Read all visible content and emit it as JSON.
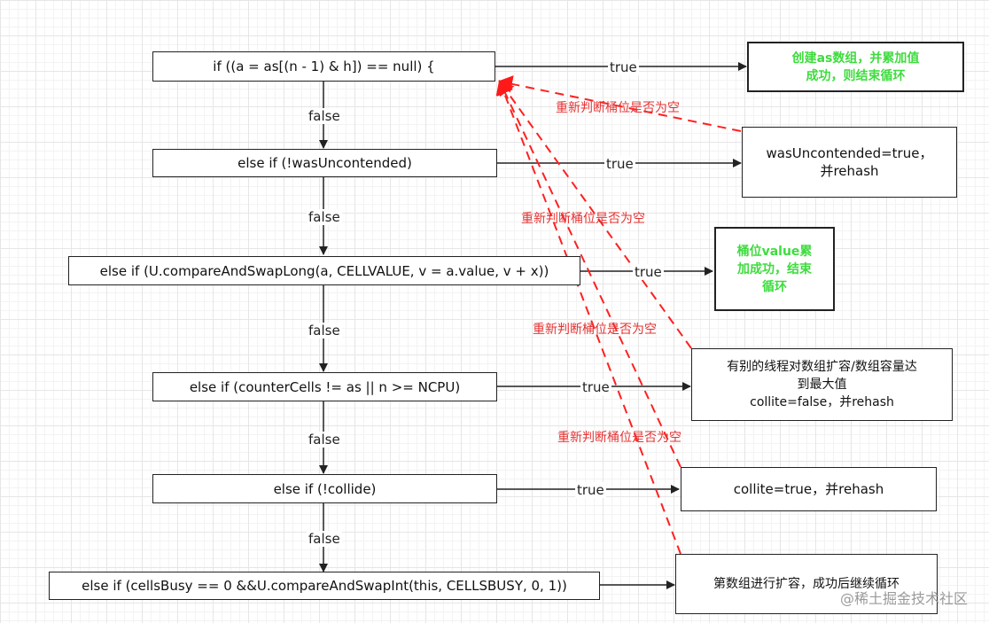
{
  "conditions": [
    "if ((a = as[(n - 1) & h]) == null) {",
    "else if (!wasUncontended)",
    "else if (U.compareAndSwapLong(a, CELLVALUE, v = a.value, v + x))",
    "else if (counterCells != as || n >= NCPU)",
    "else if (!collide)",
    "else if (cellsBusy == 0 &&U.compareAndSwapInt(this, CELLSBUSY, 0, 1))"
  ],
  "outcomes": [
    "创建as数组，并累加值\n成功，则结束循环",
    "wasUncontended=true，\n并rehash",
    "桶位value累\n加成功，结束\n循环",
    "有别的线程对数组扩容/数组容量达\n到最大值\ncollite=false，并rehash",
    "collite=true，并rehash",
    "第数组进行扩容，成功后继续循环"
  ],
  "true_label": "true",
  "false_label": "false",
  "retry_label": "重新判断桶位是否为空",
  "watermark": "@稀土掘金技术社区",
  "colors": {
    "highlight_text": "#3ddc3d",
    "retry_arrow": "#e53333"
  }
}
